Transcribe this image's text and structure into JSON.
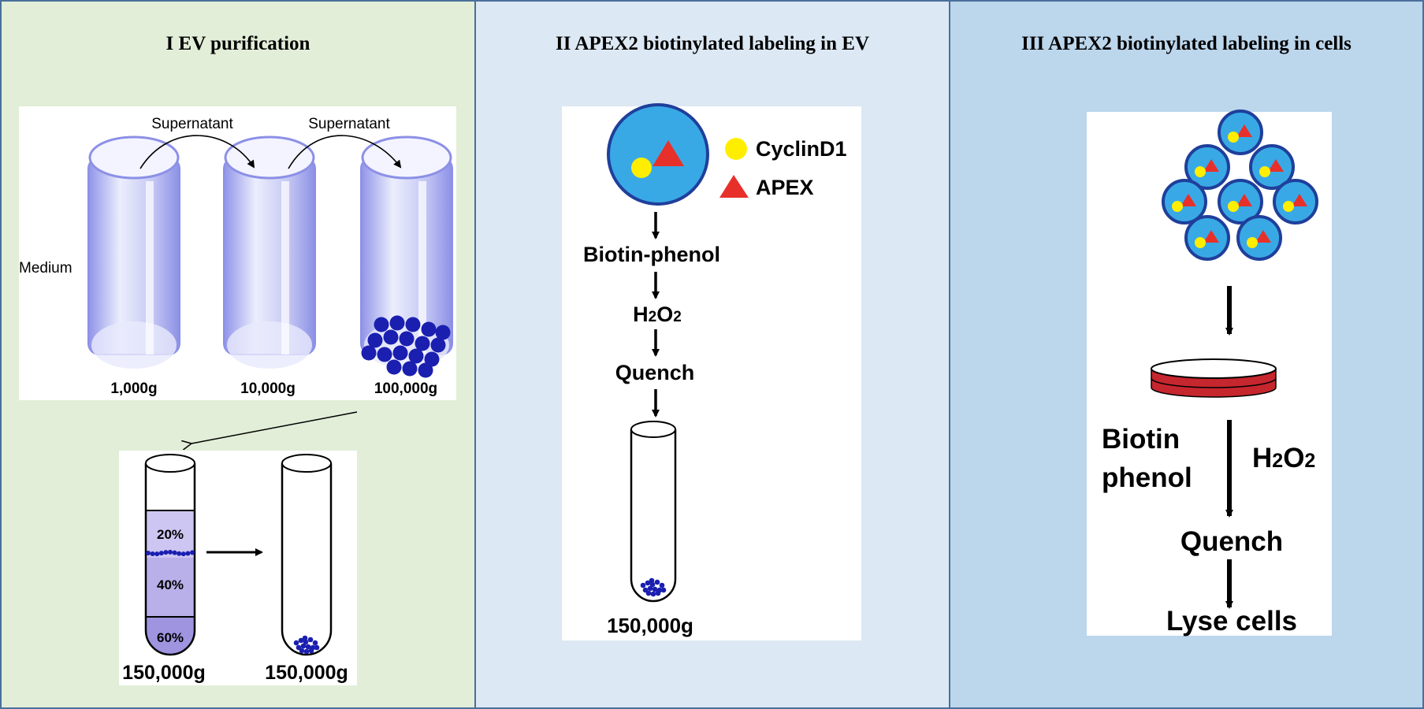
{
  "panels": [
    {
      "title": "I  EV purification"
    },
    {
      "title": "II  APEX2 biotinylated labeling in EV"
    },
    {
      "title": "III APEX2 biotinylated labeling in cells"
    }
  ],
  "purification": {
    "transfer_labels": [
      "Supernatant",
      "Supernatant"
    ],
    "medium_label": "Medium",
    "spin_labels": [
      "1,000g",
      "10,000g",
      "100,000g"
    ],
    "gradient_layers": [
      "20%",
      "40%",
      "60%"
    ],
    "gradient_spin_labels": [
      "150,000g",
      "150,000g"
    ]
  },
  "ev_labeling": {
    "legend": [
      "CyclinD1",
      "APEX"
    ],
    "steps": [
      "Biotin-phenol",
      "H2O2",
      "Quench"
    ],
    "spin_label": "150,000g"
  },
  "cell_labeling": {
    "reagent_left": [
      "Biotin",
      "phenol"
    ],
    "reagent_right": "H2O2",
    "steps": [
      "Quench",
      "Lyse cells"
    ]
  },
  "colors": {
    "panel1": "#e2eed8",
    "panel2": "#dce8f4",
    "panel3": "#bcd6ec",
    "border": "#4a6f9a",
    "vesicle": "#1a1fb0",
    "cell_fill": "#39a9e6",
    "cell_outline": "#1f3f9a",
    "cyclin": "#ffee00",
    "apex": "#e8302a",
    "dish_red": "#c6262e",
    "tube_glass": "#c9ccf4"
  }
}
